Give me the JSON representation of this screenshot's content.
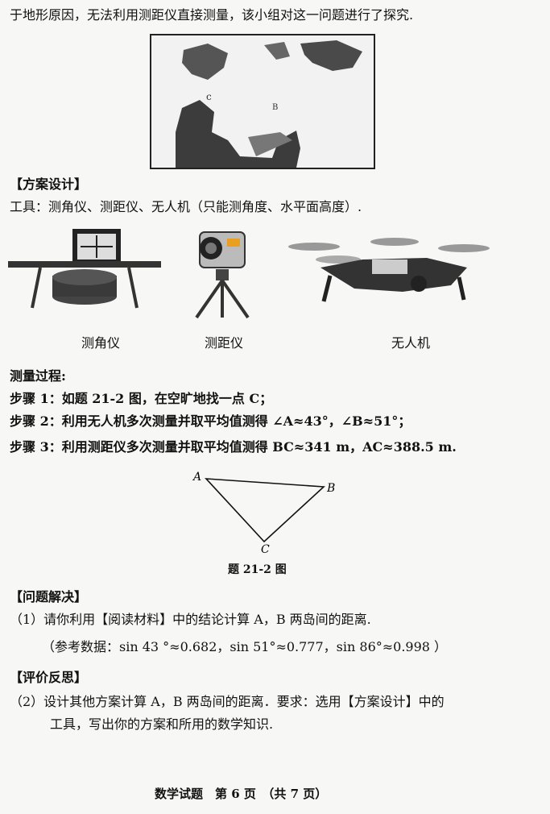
{
  "intro_line": "于地形原因，无法利用测距仪直接测量，该小组对这一问题进行了探究.",
  "plan_heading": "【方案设计】",
  "tools_line": "工具：测角仪、测距仪、无人机（只能测角度、水平面高度）.",
  "tool_captions": [
    "测角仪",
    "测距仪",
    "无人机"
  ],
  "process_heading": "测量过程:",
  "steps": [
    "步骤 1：如题 21-2 图，在空旷地找一点 C；",
    "步骤 2：利用无人机多次测量并取平均值测得 ∠A≈43°，∠B≈51°；",
    "步骤 3：利用测距仪多次测量并取平均值测得 BC≈341 m，AC≈388.5 m."
  ],
  "figure": {
    "labels": {
      "A": "A",
      "B": "B",
      "C": "C"
    },
    "caption": "题 21-2 图"
  },
  "solve_heading": "【问题解决】",
  "q1": "（1）请你利用【阅读材料】中的结论计算 A，B 两岛间的距离.",
  "ref_data": "（参考数据：sin 43 °≈0.682，sin 51°≈0.777，sin 86°≈0.998 ）",
  "reflect_heading": "【评价反思】",
  "q2_line1": "（2）设计其他方案计算 A，B 两岛间的距离．要求：选用【方案设计】中的",
  "q2_line2": "工具，写出你的方案和所用的数学知识.",
  "footer": "数学试题　第 6 页　（共 7 页）",
  "colors": {
    "ink": "#111111",
    "paper": "#f7f7f5"
  }
}
